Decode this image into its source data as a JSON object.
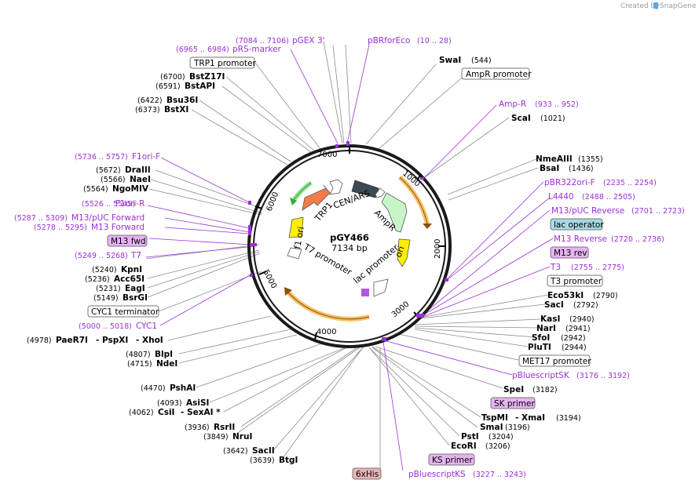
{
  "credit": {
    "prefix": "Created by",
    "brand": "SnapGene"
  },
  "plasmid": {
    "name": "pGY466",
    "length": "7134 bp"
  },
  "ticks": [
    "1000",
    "2000",
    "3000",
    "4000",
    "5000",
    "6000",
    "7000"
  ],
  "features_inner": {
    "trp1": "TRP1",
    "cen": "CEN/ARS",
    "ampr": "AmpR",
    "ori": "ori",
    "f1ori": "f1 ori",
    "t7prom": "T7 promoter",
    "lacprom": "lac promoter"
  },
  "labels": {
    "pgex3": {
      "name": "pGEX 3'",
      "range": "(7084 .. 7106)"
    },
    "pbrforeco": {
      "name": "pBRforEco",
      "range": "(10 .. 28)"
    },
    "prsmarker": {
      "name": "pRS-marker",
      "range": "(6965 .. 6984)"
    },
    "trp1prom": {
      "name": "TRP1 promoter"
    },
    "swai": {
      "name": "SwaI",
      "pos": "(544)"
    },
    "amprprom": {
      "name": "AmpR promoter"
    },
    "bstz17i": {
      "name": "BstZ17I",
      "pos": "(6700)"
    },
    "bstapi": {
      "name": "BstAPI",
      "pos": "(6591)"
    },
    "bsu36i": {
      "name": "Bsu36I",
      "pos": "(6422)"
    },
    "bstxi": {
      "name": "BstXI",
      "pos": "(6373)"
    },
    "ampr": {
      "name": "Amp-R",
      "range": "(933 .. 952)"
    },
    "scai": {
      "name": "ScaI",
      "pos": "(1021)"
    },
    "f1orif": {
      "name": "F1ori-F",
      "range": "(5736 .. 5757)"
    },
    "draiii": {
      "name": "DraIII",
      "pos": "(5672)"
    },
    "naei": {
      "name": "NaeI",
      "pos": "(5566)"
    },
    "ngomiv": {
      "name": "NgoMIV",
      "pos": "(5564)"
    },
    "nmeaiii": {
      "name": "NmeAIII",
      "pos": "(1355)"
    },
    "bsai": {
      "name": "BsaI",
      "pos": "(1436)"
    },
    "pbr322orif": {
      "name": "pBR322ori-F",
      "range": "(2235 .. 2254)"
    },
    "l4440": {
      "name": "L4440",
      "range": "(2488 .. 2505)"
    },
    "f1orir": {
      "name": "F1ori-R",
      "range": "(5526 .. 5545)"
    },
    "m13pucfwd": {
      "name": "M13/pUC Forward",
      "range": "(5287 .. 5309)"
    },
    "m13forward": {
      "name": "M13 Forward",
      "range": "(5278 .. 5295)"
    },
    "m13pucrev": {
      "name": "M13/pUC Reverse",
      "range": "(2701 .. 2723)"
    },
    "lacoperator": {
      "name": "lac operator"
    },
    "m13fwd": {
      "name": "M13 fwd"
    },
    "m13reverse": {
      "name": "M13 Reverse",
      "range": "(2720 .. 2736)"
    },
    "m13rev": {
      "name": "M13 rev"
    },
    "t7": {
      "name": "T7",
      "range": "(5249 .. 5268)"
    },
    "t3": {
      "name": "T3",
      "range": "(2755 .. 2775)"
    },
    "t3prom": {
      "name": "T3 promoter"
    },
    "kpni": {
      "name": "KpnI",
      "pos": "(5240)"
    },
    "acc65i": {
      "name": "Acc65I",
      "pos": "(5236)"
    },
    "eagi": {
      "name": "EagI",
      "pos": "(5231)"
    },
    "bsrgi": {
      "name": "BsrGI",
      "pos": "(5149)"
    },
    "eco53ki": {
      "name": "Eco53kI",
      "pos": "(2790)"
    },
    "saci_r": {
      "name": "SacI",
      "pos": "(2792)"
    },
    "cyc1term": {
      "name": "CYC1 terminator"
    },
    "cyc1": {
      "name": "CYC1",
      "range": "(5000 .. 5018)"
    },
    "kasi": {
      "name": "KasI",
      "pos": "(2940)"
    },
    "nari": {
      "name": "NarI",
      "pos": "(2941)"
    },
    "sfoi": {
      "name": "SfoI",
      "pos": "(2942)"
    },
    "pluti": {
      "name": "PluTI",
      "pos": "(2944)"
    },
    "triple": {
      "pos": "(4978)",
      "a": "PaeR7I",
      "b": "- PspXI",
      "c": "- XhoI"
    },
    "blpi": {
      "name": "BlpI",
      "pos": "(4807)"
    },
    "ndei": {
      "name": "NdeI",
      "pos": "(4715)"
    },
    "met17": {
      "name": "MET17 promoter"
    },
    "pbluescriptsk": {
      "name": "pBluescriptSK",
      "range": "(3176 .. 3192)"
    },
    "pshai": {
      "name": "PshAI",
      "pos": "(4470)"
    },
    "spei": {
      "name": "SpeI",
      "pos": "(3182)"
    },
    "skprimer": {
      "name": "SK primer"
    },
    "asisi": {
      "name": "AsiSI",
      "pos": "(4093)"
    },
    "csi": {
      "pos": "(4062)",
      "a": "CsiI",
      "b": "- SexAI *"
    },
    "tspmi": {
      "name": "TspMI",
      "b": "- XmaI",
      "pos": "(3194)"
    },
    "smai": {
      "name": "SmaI",
      "pos": "(3196)"
    },
    "rsrii": {
      "name": "RsrII",
      "pos": "(3936)"
    },
    "nrui": {
      "name": "NruI",
      "pos": "(3849)"
    },
    "psti": {
      "name": "PstI",
      "pos": "(3204)"
    },
    "ecori": {
      "name": "EcoRI",
      "pos": "(3206)"
    },
    "sacii": {
      "name": "SacII",
      "pos": "(3642)"
    },
    "btgi": {
      "name": "BtgI",
      "pos": "(3639)"
    },
    "ksprimer": {
      "name": "KS primer"
    },
    "sixhis": {
      "name": "6xHis"
    },
    "pbluescriptks": {
      "name": "pBluescriptKS",
      "range": "(3227 .. 3243)"
    }
  },
  "colors": {
    "purple": "#9b30d9",
    "trp1": "#f47c48",
    "cen": "#3b4a55",
    "ampr": "#c8f5c8",
    "ori": "#ffee00",
    "f1": "#ffee00",
    "arrow_orange": "#f5c06a",
    "green_arrow": "#33aa33"
  }
}
